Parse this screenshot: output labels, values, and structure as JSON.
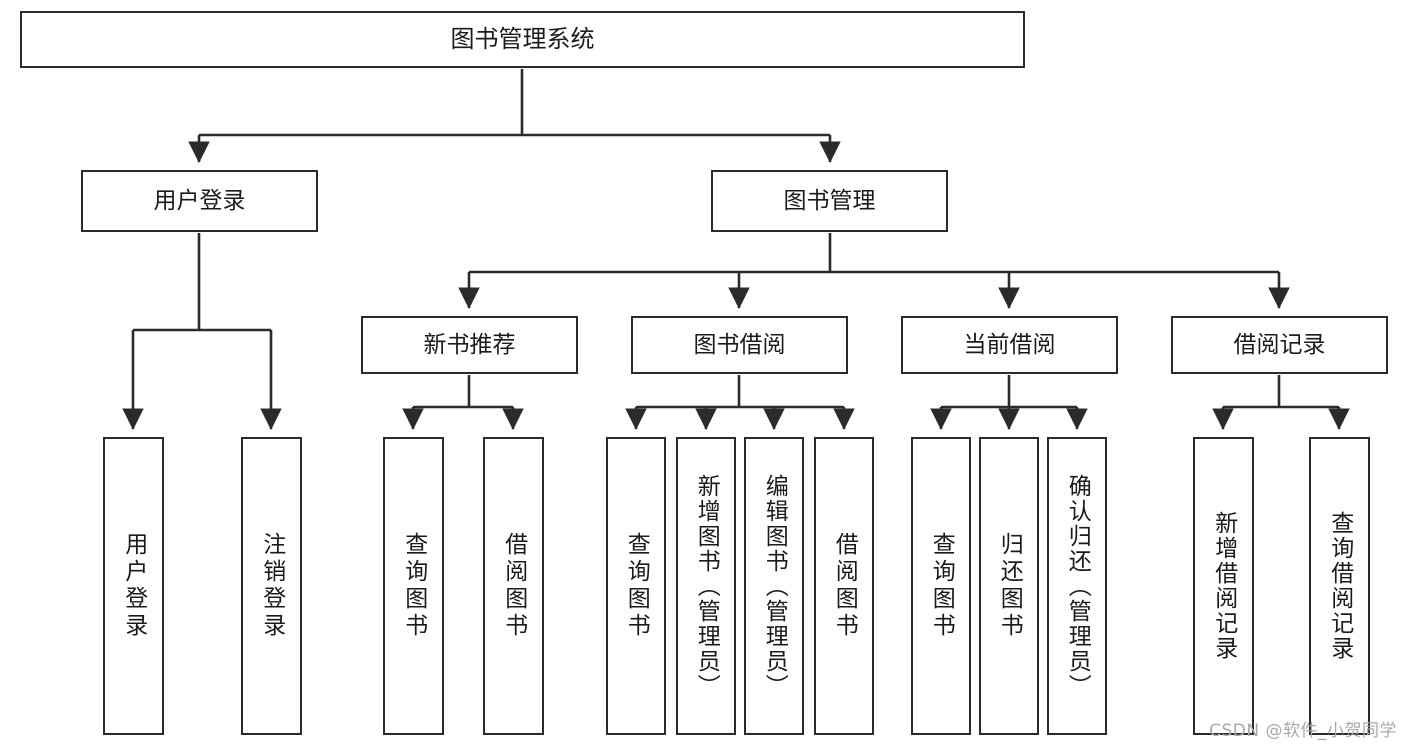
{
  "diagram": {
    "type": "tree-hierarchy",
    "title": "图书管理系统",
    "colors": {
      "stroke": "#2b2b2b",
      "fill": "#ffffff",
      "text": "#1b1b1b",
      "watermark": "#a9a9a9"
    },
    "nodes": {
      "root": {
        "label": "图书管理系统",
        "orientation": "horizontal"
      },
      "level1": [
        {
          "id": "user-login",
          "label": "用户登录",
          "orientation": "horizontal"
        },
        {
          "id": "book-manage",
          "label": "图书管理",
          "orientation": "horizontal"
        }
      ],
      "level2": [
        {
          "id": "new-book-recommend",
          "label": "新书推荐",
          "orientation": "horizontal"
        },
        {
          "id": "book-borrow",
          "label": "图书借阅",
          "orientation": "horizontal"
        },
        {
          "id": "current-borrow",
          "label": "当前借阅",
          "orientation": "horizontal"
        },
        {
          "id": "borrow-record",
          "label": "借阅记录",
          "orientation": "horizontal"
        }
      ],
      "leaves": {
        "user-login": [
          {
            "id": "leaf-user-login",
            "label": "用户登录",
            "orientation": "vertical"
          },
          {
            "id": "leaf-user-logout",
            "label": "注销登录",
            "orientation": "vertical"
          }
        ],
        "new-book-recommend": [
          {
            "id": "leaf-query-book-1",
            "label": "查询图书",
            "orientation": "vertical"
          },
          {
            "id": "leaf-borrow-book-1",
            "label": "借阅图书",
            "orientation": "vertical"
          }
        ],
        "book-borrow": [
          {
            "id": "leaf-query-book-2",
            "label": "查询图书",
            "orientation": "vertical"
          },
          {
            "id": "leaf-add-book",
            "label": "新增图书（管理员）",
            "orientation": "vertical"
          },
          {
            "id": "leaf-edit-book",
            "label": "编辑图书（管理员）",
            "orientation": "vertical"
          },
          {
            "id": "leaf-borrow-book-2",
            "label": "借阅图书",
            "orientation": "vertical"
          }
        ],
        "current-borrow": [
          {
            "id": "leaf-query-book-3",
            "label": "查询图书",
            "orientation": "vertical"
          },
          {
            "id": "leaf-return-book",
            "label": "归还图书",
            "orientation": "vertical"
          },
          {
            "id": "leaf-confirm-return",
            "label": "确认归还（管理员）",
            "orientation": "vertical"
          }
        ],
        "borrow-record": [
          {
            "id": "leaf-add-record",
            "label": "新增借阅记录",
            "orientation": "vertical"
          },
          {
            "id": "leaf-query-record",
            "label": "查询借阅记录",
            "orientation": "vertical"
          }
        ]
      }
    },
    "watermark": "CSDN @软件_小贺同学"
  }
}
